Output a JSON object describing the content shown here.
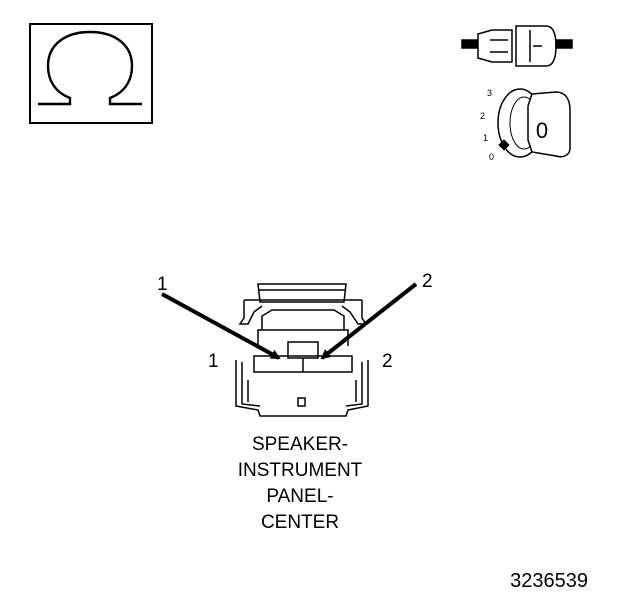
{
  "ohm_symbol": {
    "icon": "ohm-icon"
  },
  "connector_icon": {
    "icon": "connector-disconnect-icon"
  },
  "ignition": {
    "icon": "ignition-key-icon",
    "key_label": "0",
    "positions": [
      "3",
      "2",
      "1",
      "0"
    ]
  },
  "connector": {
    "callout_1": "1",
    "callout_2": "2",
    "pin_1": "1",
    "pin_2": "2",
    "caption_lines": [
      "SPEAKER-",
      "INSTRUMENT",
      "PANEL-",
      "CENTER"
    ]
  },
  "figure_number": "3236539"
}
